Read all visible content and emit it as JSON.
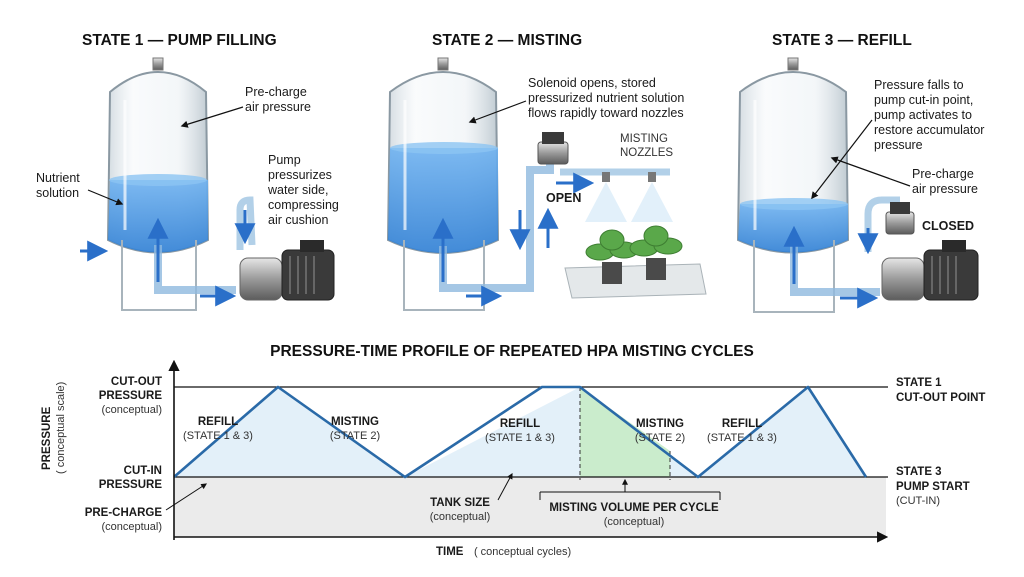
{
  "states": [
    {
      "title": "STATE 1 — PUMP FILLING",
      "labels": {
        "precharge": [
          "Pre-charge",
          "air pressure"
        ],
        "nutrient": [
          "Nutrient",
          "solution"
        ],
        "pump": [
          "Pump",
          "pressurizes",
          "water side,",
          "compressing",
          "air cushion"
        ]
      }
    },
    {
      "title": "STATE 2 — MISTING",
      "labels": {
        "solenoid": [
          "Solenoid opens, stored",
          "pressurized nutrient solution",
          "flows rapidly toward nozzles"
        ],
        "nozzles": [
          "MISTING",
          "NOZZLES"
        ],
        "valve_state": "OPEN"
      }
    },
    {
      "title": "STATE 3 — REFILL",
      "labels": {
        "pressure_falls": [
          "Pressure falls to",
          "pump cut-in point,",
          "pump activates to",
          "restore accumulator",
          "pressure"
        ],
        "precharge": [
          "Pre-charge",
          "air pressure"
        ],
        "valve_state": "CLOSED"
      }
    }
  ],
  "graph": {
    "title": "PRESSURE-TIME PROFILE OF REPEATED HPA MISTING CYCLES",
    "y_axis_label": "PRESSURE",
    "y_axis_sub": "( conceptual scale)",
    "x_axis_label": "TIME",
    "x_axis_sub": "( conceptual cycles)",
    "left_labels": {
      "cutout": [
        "CUT-OUT",
        "PRESSURE"
      ],
      "cutout_sub": "(conceptual)",
      "cutin": [
        "CUT-IN",
        "PRESSURE"
      ],
      "precharge": "PRE-CHARGE",
      "precharge_sub": "(conceptual)"
    },
    "right_labels": {
      "state1": [
        "STATE 1",
        "CUT-OUT POINT"
      ],
      "state3": [
        "STATE 3",
        "PUMP START"
      ],
      "state3_sub": "(CUT-IN)"
    },
    "phases": [
      {
        "title": "REFILL",
        "sub": "(STATE 1 & 3)"
      },
      {
        "title": "MISTING",
        "sub": "(STATE 2)"
      },
      {
        "title": "REFILL",
        "sub": "(STATE 1 & 3)"
      },
      {
        "title": "MISTING",
        "sub": "(STATE 2)"
      },
      {
        "title": "REFILL",
        "sub": "(STATE 1 & 3)"
      }
    ],
    "tank_size": {
      "title": "TANK SIZE",
      "sub": "(conceptual)"
    },
    "misting_volume": {
      "title": "MISTING VOLUME PER CYCLE",
      "sub": "(conceptual)"
    }
  },
  "colors": {
    "water": "#3f8fe0",
    "pipe": "#5a9fd8",
    "arrow": "#2a6fc9",
    "line": "#2a6aa8",
    "fill_light": "#e3f0f9",
    "fill_green": "#c6ebc6",
    "fill_gray": "#ebebeb"
  }
}
